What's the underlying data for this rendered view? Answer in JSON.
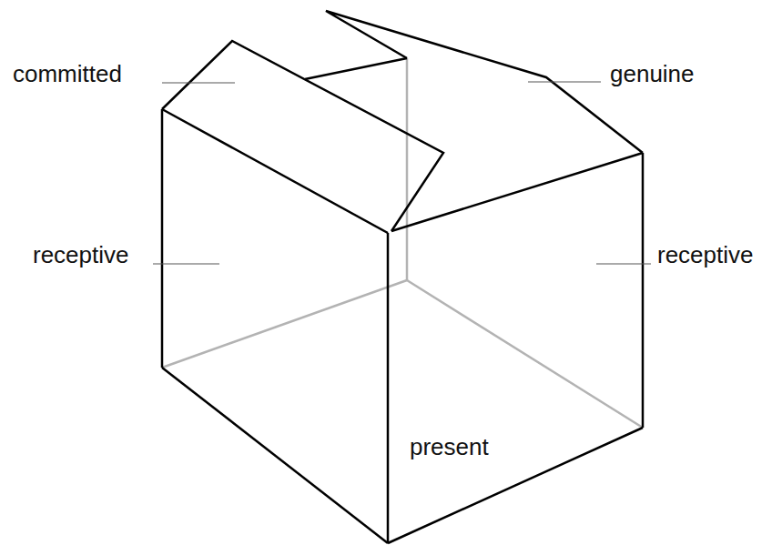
{
  "diagram": {
    "labels": [
      "committed",
      "genuine",
      "receptive",
      "receptive",
      "present"
    ]
  }
}
